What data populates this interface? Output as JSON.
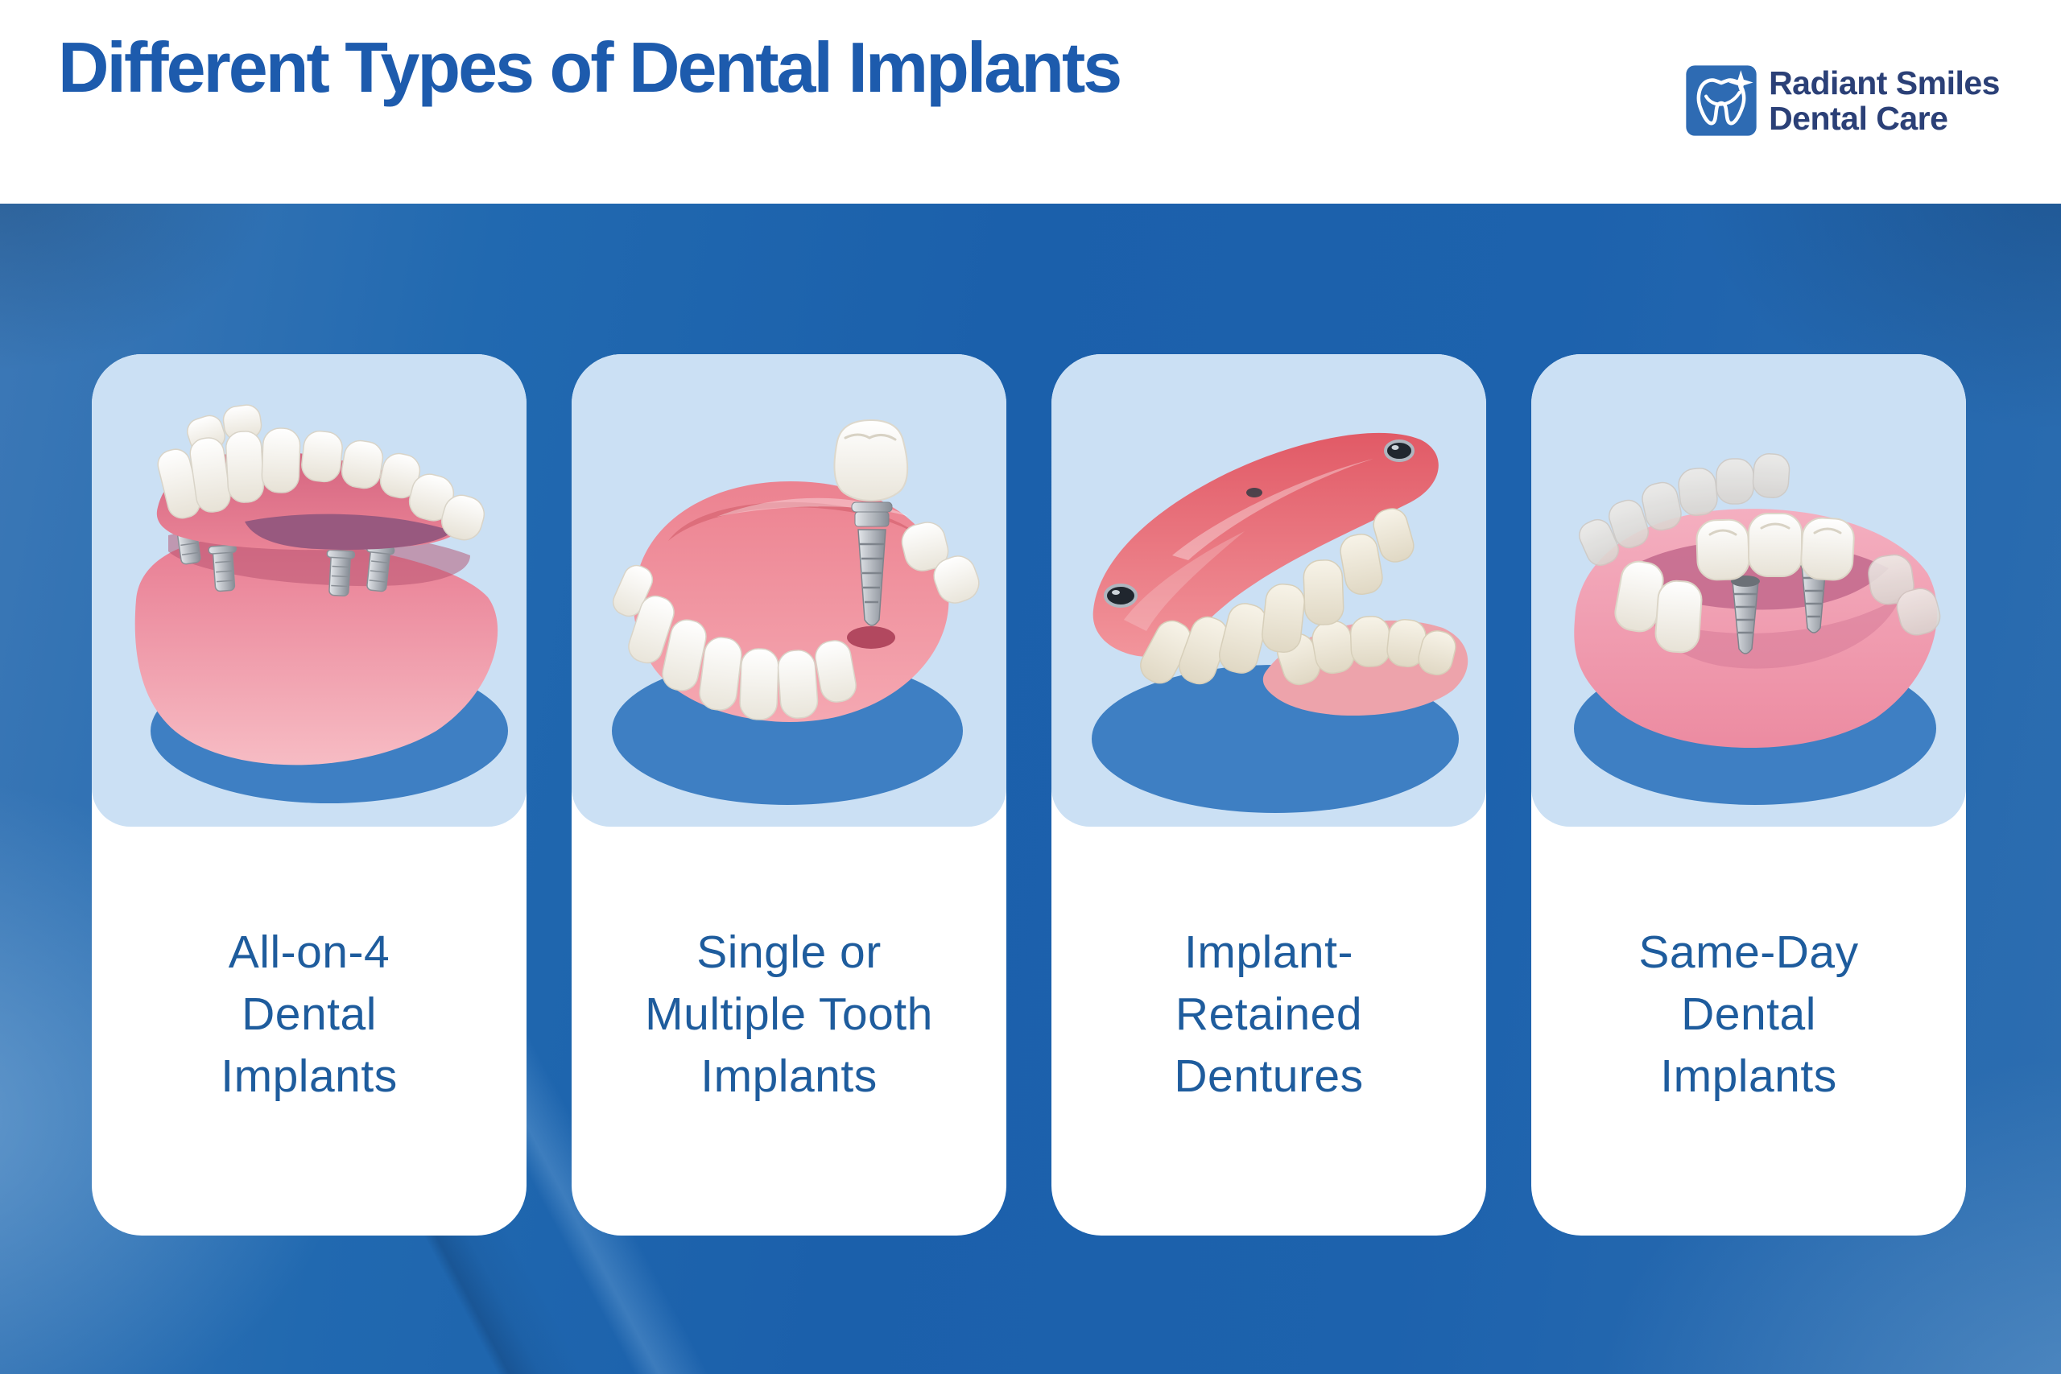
{
  "header": {
    "title": "Different Types of Dental Implants",
    "logo": {
      "line1": "Radiant Smiles",
      "line2": "Dental Care",
      "icon": "tooth-sparkle-icon"
    }
  },
  "cards": [
    {
      "label_lines": [
        "All-on-4",
        "Dental",
        "Implants"
      ],
      "illustration": "lower-denture-raised-on-four-implant-posts"
    },
    {
      "label_lines": [
        "Single or",
        "Multiple Tooth",
        "Implants"
      ],
      "illustration": "jaw-with-single-screw-implant-and-crown"
    },
    {
      "label_lines": [
        "Implant-",
        "Retained",
        "Dentures"
      ],
      "illustration": "flipped-denture-with-snap-attachments-and-second-denture"
    },
    {
      "label_lines": [
        "Same-Day",
        "Dental",
        "Implants"
      ],
      "illustration": "translucent-jaw-with-bridge-on-two-implant-screws"
    }
  ],
  "colors": {
    "header_background": "#ffffff",
    "page_background": "#1d62ad",
    "title_text": "#1d5bad",
    "card_background": "#ffffff",
    "card_image_background": "#cbe0f4",
    "shadow_ellipse_blue": "#3e7fc3",
    "card_label_text": "#1e5c9d",
    "logo_box_blue": "#2e6bb3",
    "logo_text_navy": "#2b4077",
    "gum_pink": "#ee8f9d",
    "tooth_white": "#faf9f5",
    "implant_metal": "#b8bdc4"
  }
}
